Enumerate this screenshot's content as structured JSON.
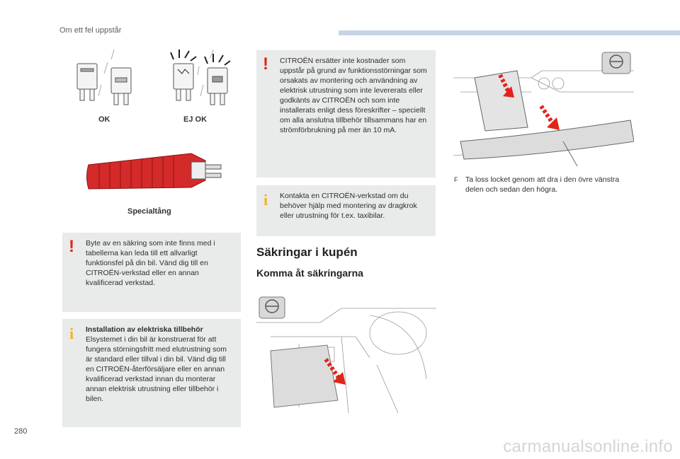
{
  "header": {
    "section_title": "Om ett fel uppstår"
  },
  "page_number": "280",
  "watermark": "carmanualsonline.info",
  "fuse_illustration": {
    "ok_label": "OK",
    "not_ok_label": "EJ OK",
    "tool_caption": "Specialtång"
  },
  "warning_fuse": {
    "icon": "warning-exclamation-icon",
    "text": "Byte av en säkring som inte finns med i tabellerna kan leda till ett allvarligt funktionsfel på din bil. Vänd dig till en CITROËN-verkstad eller en annan kvalificerad verkstad."
  },
  "info_electrical": {
    "icon": "info-i-icon",
    "title": "Installation av elektriska tillbehör",
    "text": "Elsystemet i din bil är konstruerat för att fungera störningsfritt med elutrustning som är standard eller tillval i din bil. Vänd dig till en CITROËN-återförsäljare eller en annan kvalificerad verkstad innan du monterar annan elektrisk utrustning eller tillbehör i bilen."
  },
  "warning_citroen": {
    "icon": "warning-exclamation-icon",
    "text": "CITROËN ersätter inte kostnader som uppstår på grund av funktionsstörningar som orsakats av montering och användning av elektrisk utrustning som inte levererats eller godkänts av CITROËN och som inte installerats enligt dess föreskrifter – speciellt om alla anslutna tillbehör tillsammans har en strömförbrukning på mer än 10 mA."
  },
  "info_towbar": {
    "icon": "info-i-icon",
    "text": "Kontakta en CITROËN-verkstad om du behöver hjälp med montering av dragkrok eller utrustning för t.ex. taxibilar."
  },
  "section": {
    "title": "Säkringar i kupén",
    "subtitle": "Komma åt säkringarna"
  },
  "step": {
    "bullet": "F",
    "text": "Ta loss locket genom att dra i den övre vänstra delen och sedan den högra."
  },
  "colors": {
    "header_bar": "#c7d4e6",
    "box_background": "#e9eaea",
    "warning_red": "#e2231a",
    "info_yellow": "#f0b323",
    "arrow_red": "#e2231a",
    "tool_red": "#d42a2a"
  }
}
